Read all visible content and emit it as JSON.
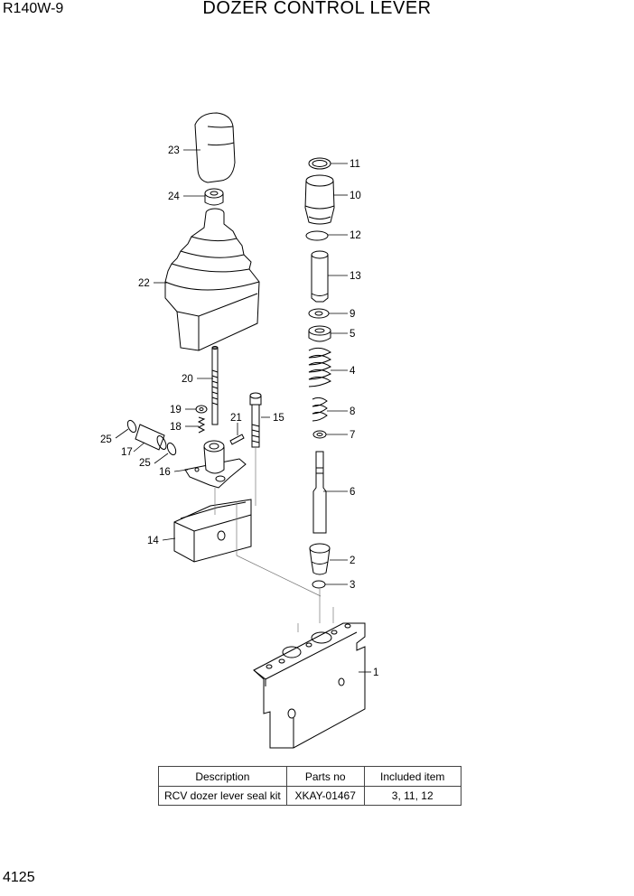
{
  "header": {
    "model": "R140W-9",
    "title": "DOZER CONTROL LEVER"
  },
  "footer": {
    "page_number": "4125"
  },
  "callouts": {
    "c1": "1",
    "c2": "2",
    "c3": "3",
    "c4": "4",
    "c5": "5",
    "c6": "6",
    "c7": "7",
    "c8": "8",
    "c9": "9",
    "c10": "10",
    "c11": "11",
    "c12": "12",
    "c13": "13",
    "c14": "14",
    "c15": "15",
    "c16": "16",
    "c17": "17",
    "c18": "18",
    "c19": "19",
    "c20": "20",
    "c21": "21",
    "c22": "22",
    "c23": "23",
    "c24": "24",
    "c25a": "25",
    "c25b": "25"
  },
  "kit_table": {
    "headers": [
      "Description",
      "Parts no",
      "Included item"
    ],
    "rows": [
      [
        "RCV dozer lever seal kit",
        "XKAY-01467",
        "3, 11, 12"
      ]
    ]
  }
}
